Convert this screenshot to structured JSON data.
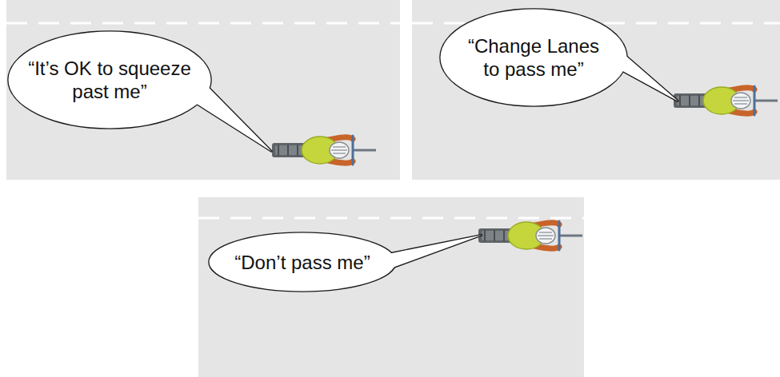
{
  "diagram": {
    "nodes": [
      {
        "text": [
          "“It’s OK to squeeze past me”"
        ]
      },
      {
        "text": [
          "“Change Lanes to pass me”"
        ]
      },
      {
        "text": [
          "“Don’t pass me”"
        ]
      }
    ]
  }
}
